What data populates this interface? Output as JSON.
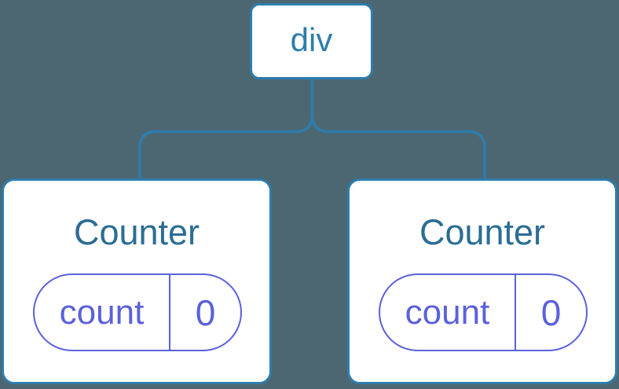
{
  "colors": {
    "background": "#4C6771",
    "tree_stroke": "#2E7DAD",
    "node_fill": "#FFFFFF",
    "root_label_color": "#2E7DAD",
    "component_title_color": "#2A6D94",
    "state_color": "#5B61DA"
  },
  "root_node": {
    "label": "div"
  },
  "children": [
    {
      "title": "Counter",
      "state": {
        "name": "count",
        "value": "0"
      }
    },
    {
      "title": "Counter",
      "state": {
        "name": "count",
        "value": "0"
      }
    }
  ]
}
